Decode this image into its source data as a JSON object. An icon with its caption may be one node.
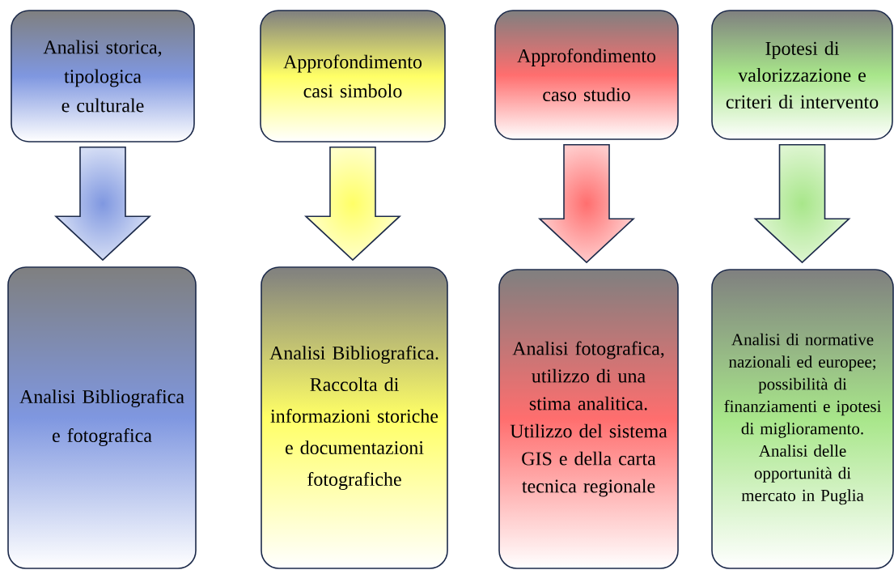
{
  "diagram": {
    "nodes": [
      {
        "text": [
          "Analisi storica, tipologica e culturale"
        ]
      },
      {
        "text": [
          "Approfondimento casi simbolo"
        ]
      },
      {
        "text": [
          "Approfondimento caso studio"
        ]
      },
      {
        "text": [
          "Ipotesi di valorizzazione e criteri di intervento"
        ]
      },
      {
        "text": [
          "Analisi Bibliografica e fotografica"
        ]
      },
      {
        "text": [
          "Analisi Bibliografica. Raccolta di informazioni storiche e documentazioni fotografiche"
        ]
      },
      {
        "text": [
          "Analisi fotografica, utilizzo di una stima analitica. Utilizzo del sistema GIS e della carta tecnica regionale"
        ]
      },
      {
        "text": [
          "Analisi di normative nazionali ed europee; possibilità di finanziamenti e ipotesi di miglioramento. Analisi delle opportunità di mercato in Puglia"
        ]
      }
    ],
    "edges": [
      {
        "from": 0,
        "to": 4,
        "arrow": "to"
      },
      {
        "from": 1,
        "to": 5,
        "arrow": "to"
      },
      {
        "from": 2,
        "to": 6,
        "arrow": "to"
      },
      {
        "from": 3,
        "to": 7,
        "arrow": "to"
      }
    ]
  }
}
